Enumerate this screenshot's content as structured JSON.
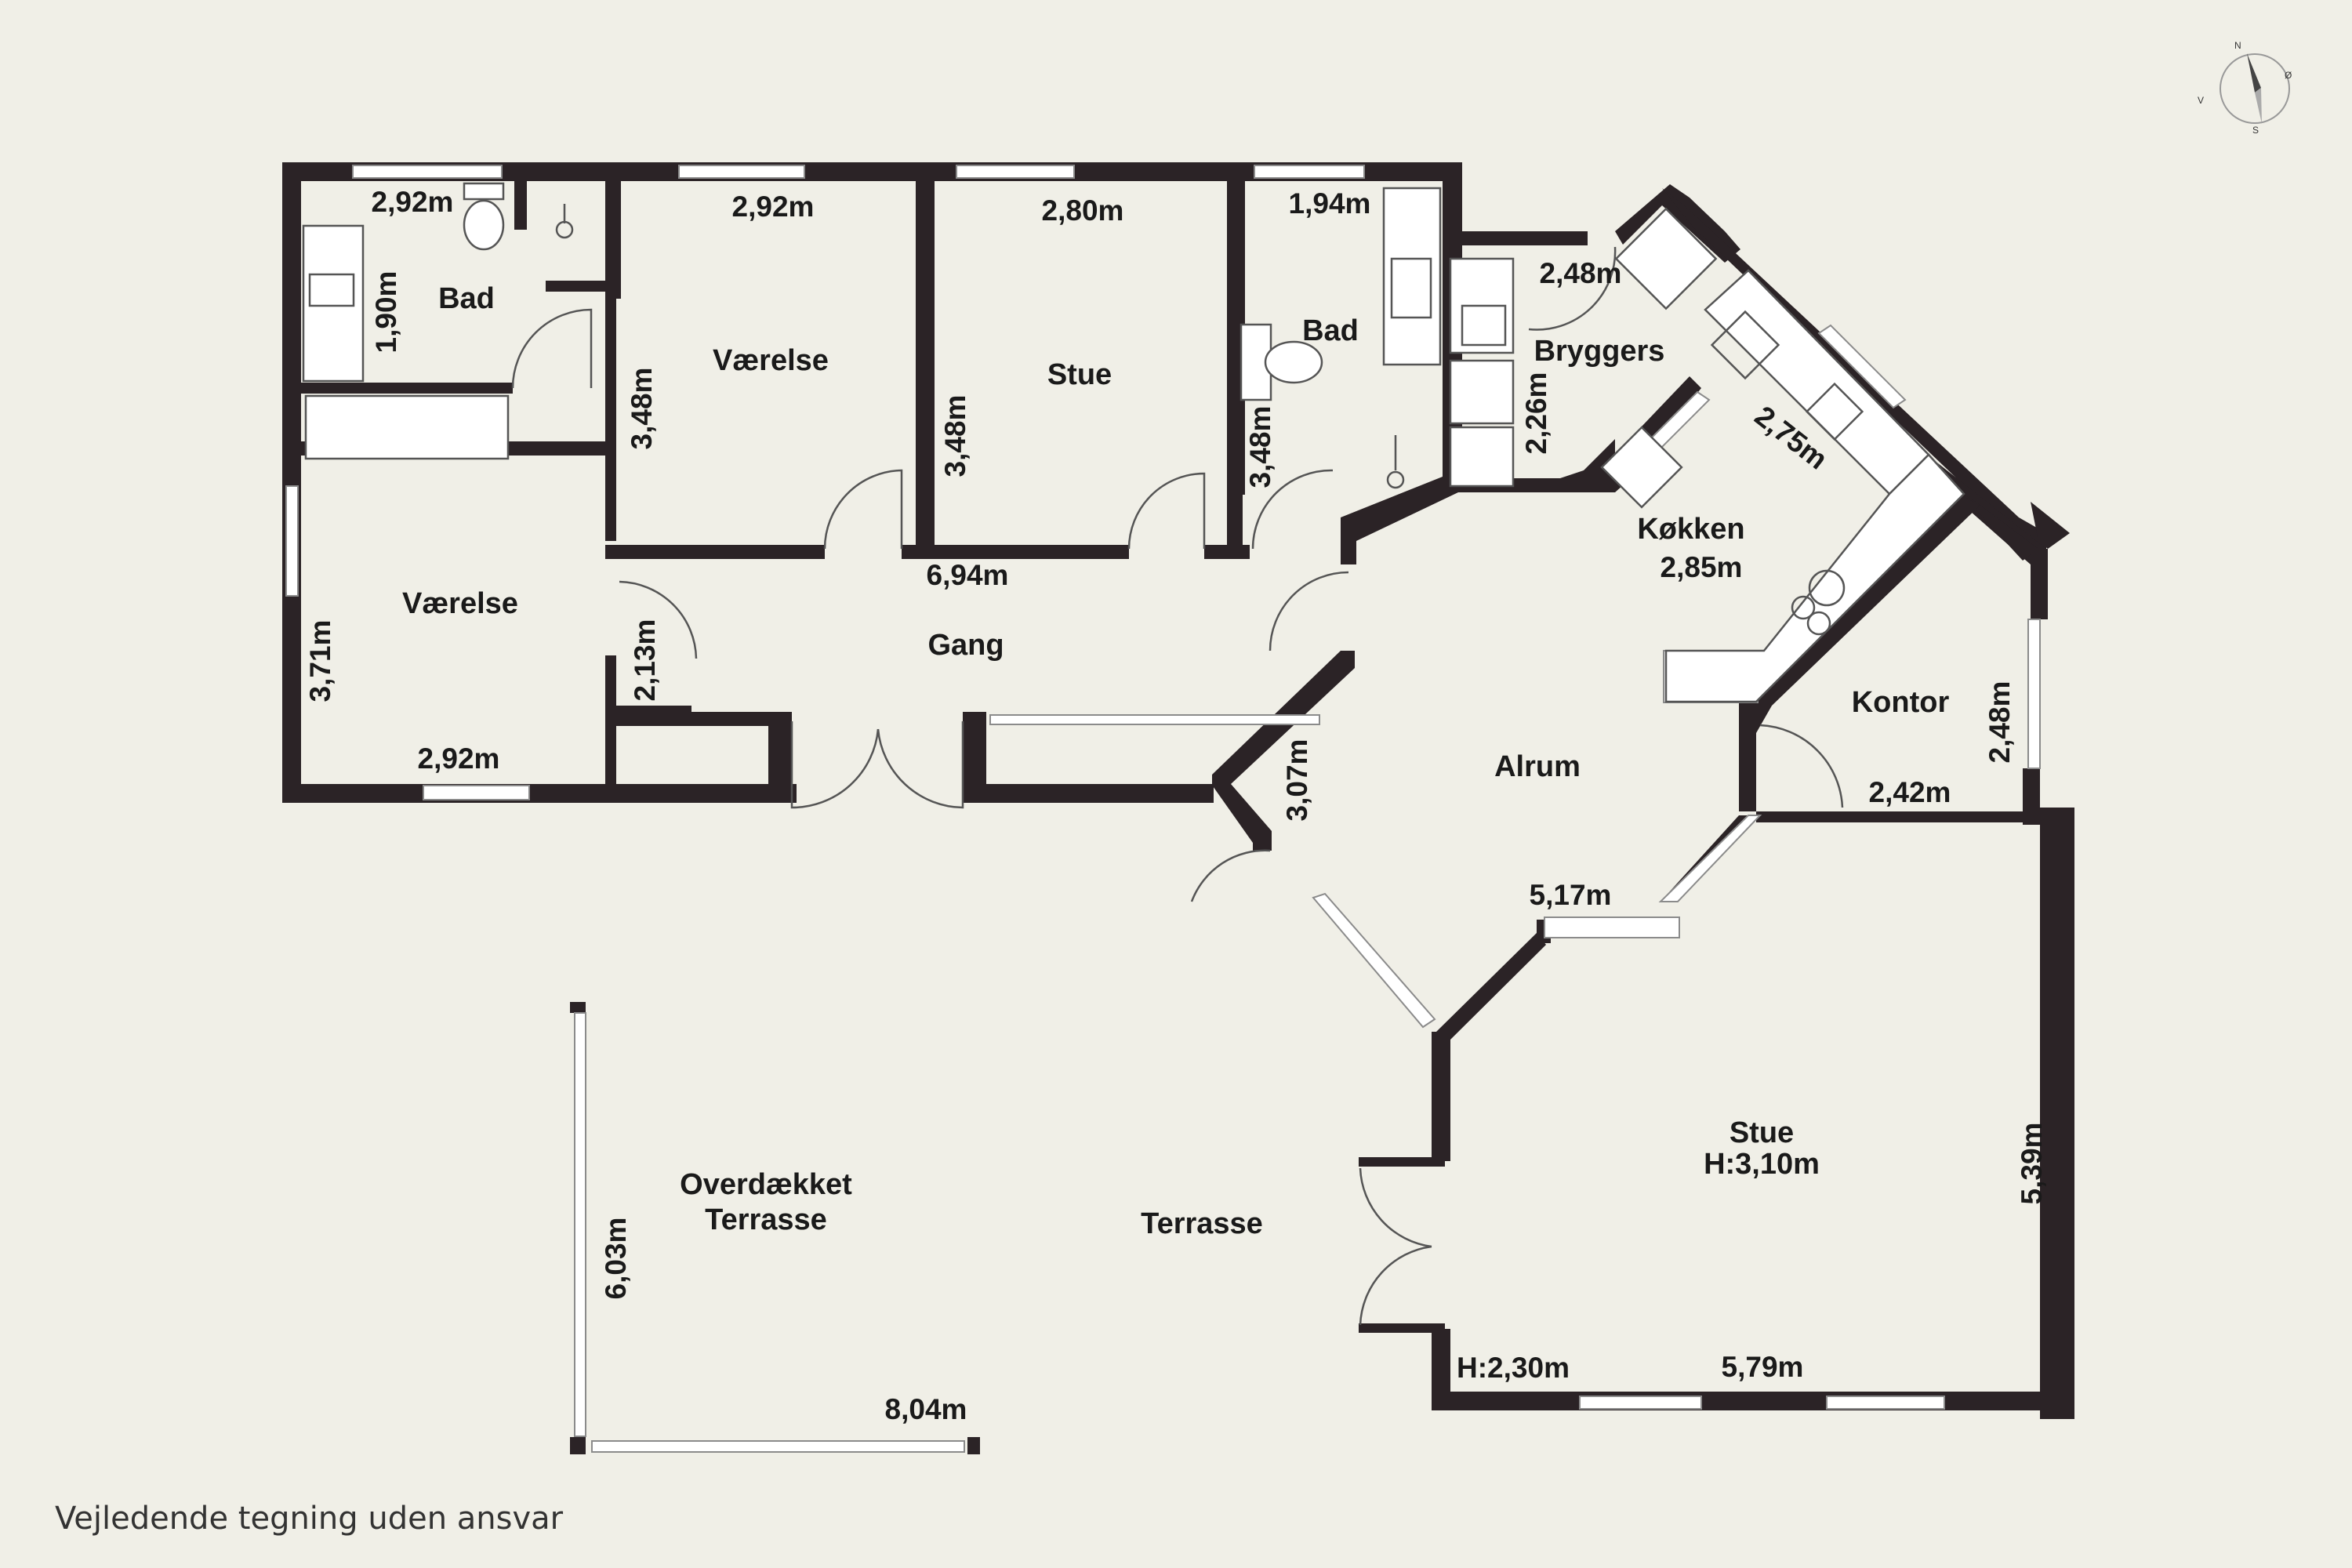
{
  "rooms": {
    "bad_1": "Bad",
    "vaerelse_1": "Værelse",
    "vaerelse_2": "Værelse",
    "stue_1": "Stue",
    "bad_2": "Bad",
    "bryggers": "Bryggers",
    "koekken": "Køkken",
    "gang": "Gang",
    "kontor": "Kontor",
    "alrum": "Alrum",
    "stue_2": "Stue",
    "stue_2_height": "H:3,10m",
    "overdaekket_line1": "Overdækket",
    "overdaekket_line2": "Terrasse",
    "terrasse": "Terrasse"
  },
  "dimensions": {
    "bad1_width": "2,92m",
    "bad1_depth": "1,90m",
    "vaer1_width": "2,92m",
    "vaer1_depth": "3,48m",
    "stue1_width": "2,80m",
    "stue1_depth": "3,48m",
    "bad2_width": "1,94m",
    "bad2_depth": "3,48m",
    "bryggers_width": "2,48m",
    "bryggers_depth": "2,26m",
    "koekken_diag": "2,75m",
    "koekken_width": "2,85m",
    "vaer2_depth": "3,71m",
    "vaer2_width": "2,92m",
    "gang_width": "6,94m",
    "gang_depth": "2,13m",
    "kontor_depth": "2,48m",
    "kontor_width": "2,42m",
    "alrum_depth": "3,07m",
    "alrum_width": "5,17m",
    "stue2_depth": "5,39m",
    "stue2_width": "5,79m",
    "h_low": "H:2,30m",
    "terrace_depth": "6,03m",
    "terrace_width": "8,04m"
  },
  "compass": {
    "n": "N",
    "s": "S",
    "e": "Ø",
    "w": "V"
  },
  "caption": "Vejledende tegning uden ansvar",
  "colors": {
    "background": "#f0efe7",
    "wall": "#2b2326",
    "window": "#ffffff"
  }
}
